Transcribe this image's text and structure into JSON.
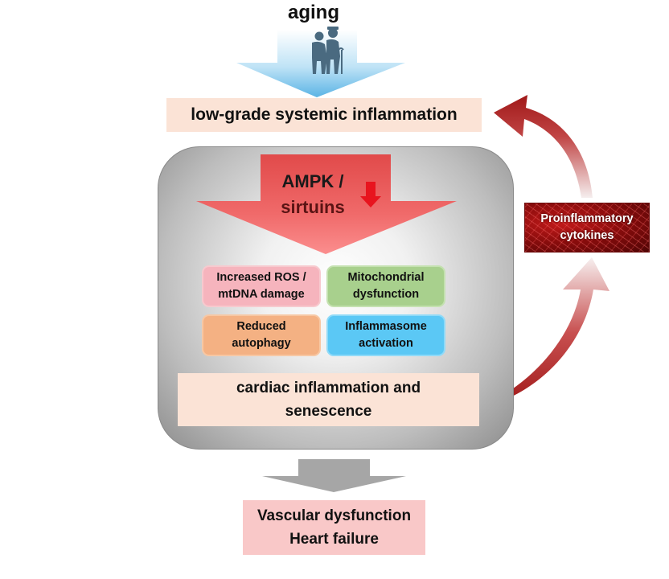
{
  "top": {
    "label": "aging",
    "figure_icon": "elderly-couple-icon"
  },
  "systemic": {
    "label": "low-grade systemic inflammation"
  },
  "ampk": {
    "line1": "AMPK /",
    "line2": "sirtuins",
    "down_icon": "down-arrow-icon"
  },
  "tiles": [
    {
      "line1": "Increased ROS /",
      "line2": "mtDNA damage",
      "color": "#f6b4bd"
    },
    {
      "line1": "Mitochondrial",
      "line2": "dysfunction",
      "color": "#a8d08d"
    },
    {
      "line1": "Reduced",
      "line2": "autophagy",
      "color": "#f4b183"
    },
    {
      "line1": "Inflammasome",
      "line2": "activation",
      "color": "#5bc8f5"
    }
  ],
  "cardiac": {
    "line1": "cardiac inflammation and",
    "line2": "senescence"
  },
  "cytokines": {
    "line1": "Proinflammatory",
    "line2": "cytokines"
  },
  "outcome": {
    "line1": "Vascular dysfunction",
    "line2": "Heart failure"
  },
  "colors": {
    "aging_arrow": "#5bb4e5",
    "ampk_arrow": "#e84848",
    "feedback_arrow": "#a01818",
    "outcome_arrow": "#a6a6a6",
    "box_fill": "#fbe3d6"
  }
}
